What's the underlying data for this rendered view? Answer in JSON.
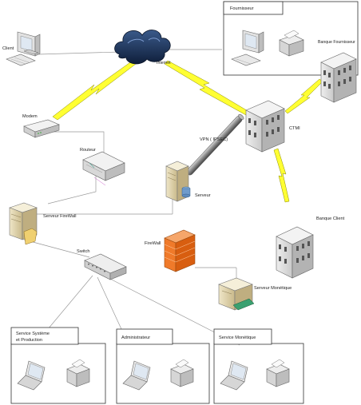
{
  "labels": {
    "fournisseur": "Fournisseur",
    "client": "Client",
    "internet": "Internet",
    "banque_fournisseur": "Banque Fournisseur",
    "modem": "Modem",
    "ctmi": "CTMI",
    "vpn": "VPN ( IPSEC)",
    "routeur": "Routeur",
    "serveur": "Serveur",
    "serveur_firewall": "Serveur FireWall",
    "banque_client": "Banque Client",
    "firewall": "FireWall",
    "switch": "Switch",
    "serveur_monetique": "Serveur Monétique",
    "service_systeme_line1": "Service Système",
    "service_systeme_line2": "et Production",
    "administrateur": "Administrateur",
    "service_monetique": "Service Monétique"
  }
}
